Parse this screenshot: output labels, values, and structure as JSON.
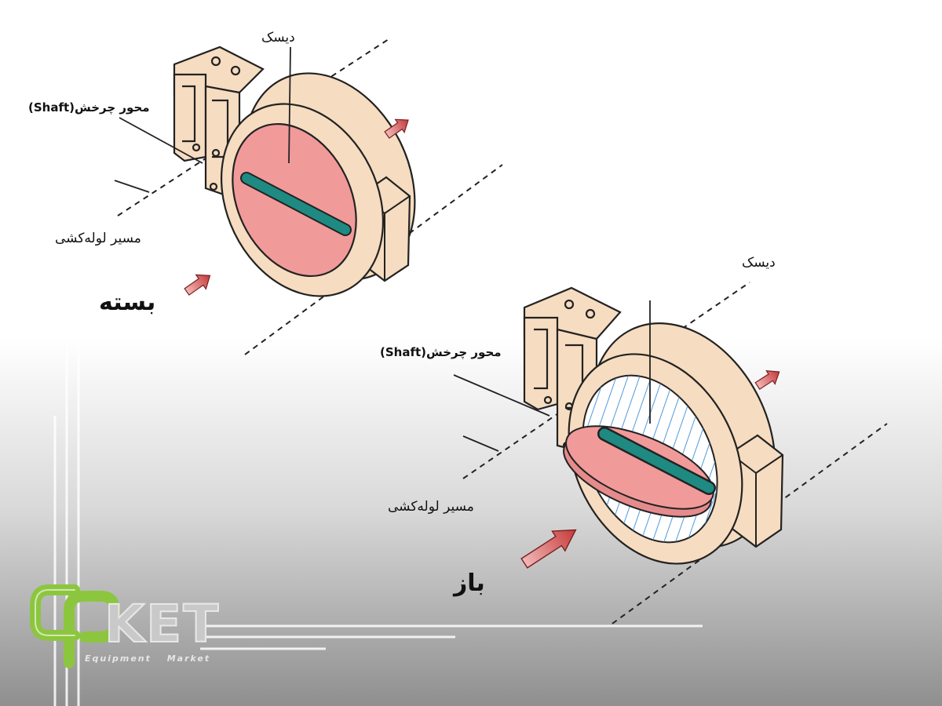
{
  "closed_valve": {
    "disc_label": "دیسک",
    "shaft_label": "محور چرخش(Shaft)",
    "pipe_path_label": "مسیر لوله‌کشی",
    "state_label": "بسته"
  },
  "open_valve": {
    "disc_label": "دیسک",
    "shaft_label": "محور چرخش(Shaft)",
    "pipe_path_label": "مسیر لوله‌کشی",
    "state_label": "باز"
  },
  "logo": {
    "brand_text": "KET",
    "tagline": "Equipment Market"
  },
  "colors": {
    "valve_body": "#f6dcc0",
    "disc": "#f19a9a",
    "shaft": "#1e8a82",
    "arrow": "#c43a3a",
    "flow_hatch": "#3d8fd6",
    "logo_green": "#8cc63f"
  }
}
